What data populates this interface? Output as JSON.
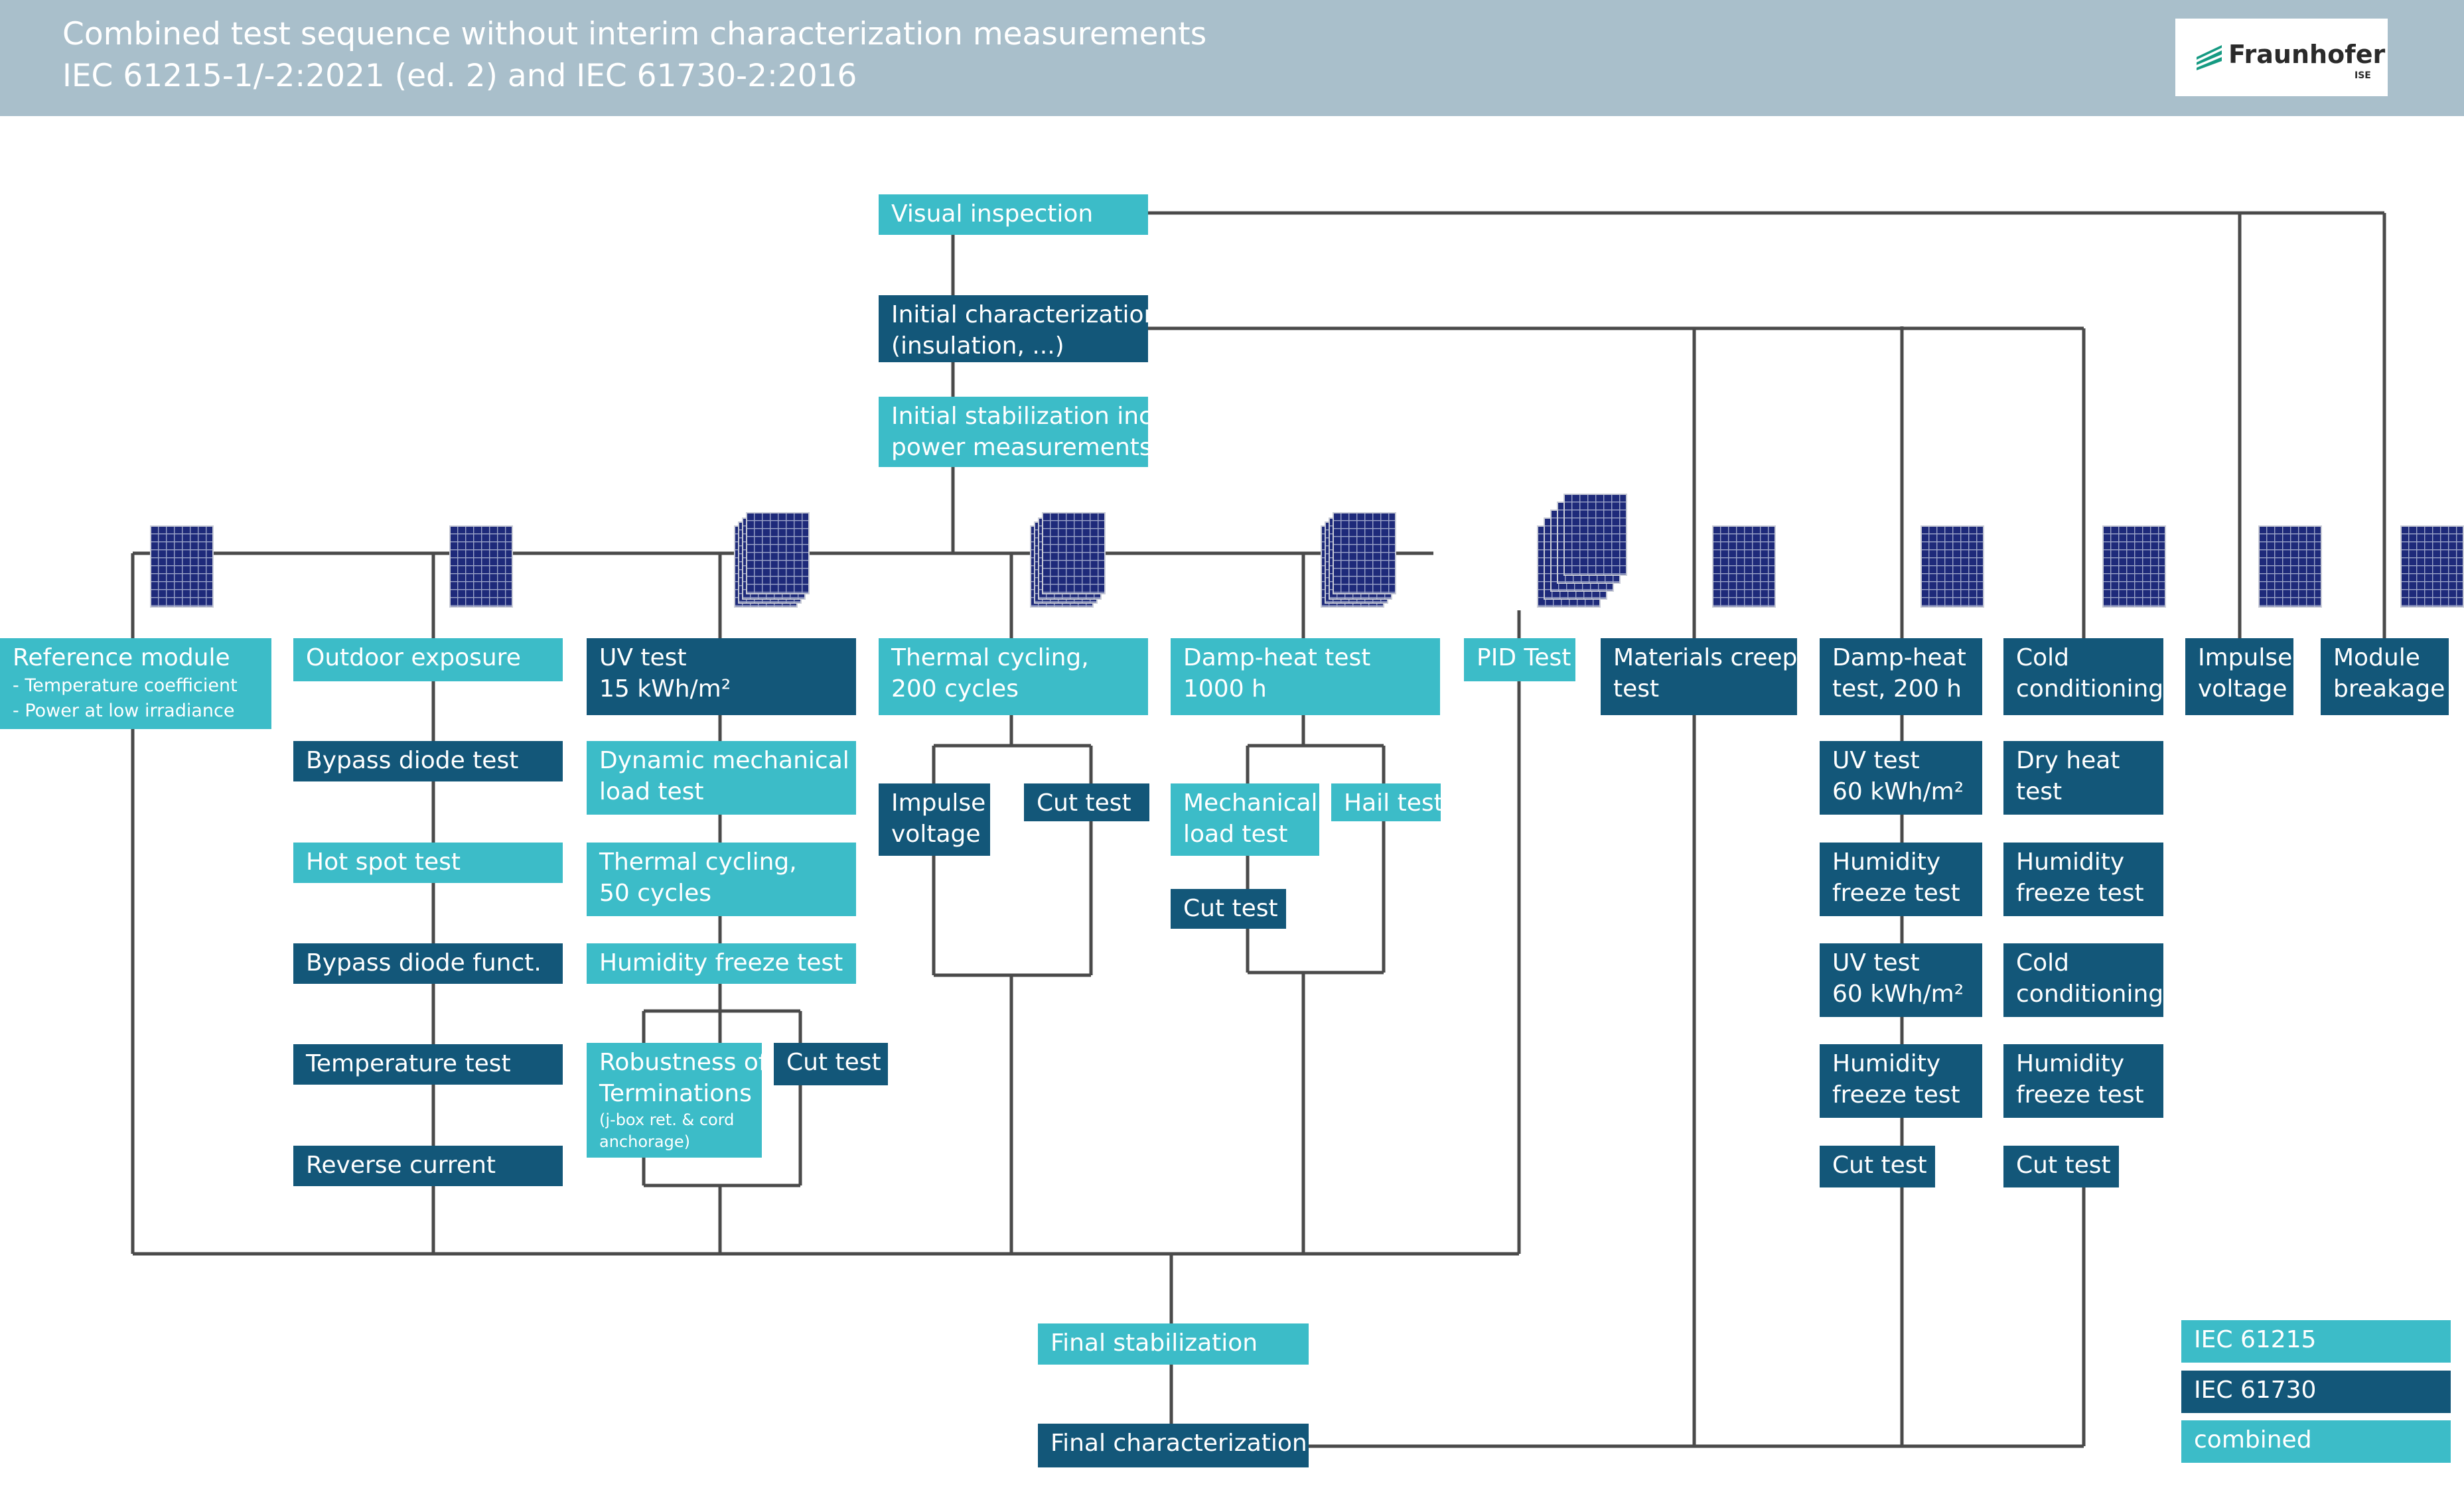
{
  "header": {
    "title_line1": "Combined test sequence without interim characterization measurements",
    "title_line2": "IEC 61215-1/-2:2021 (ed. 2) and IEC 61730-2:2016",
    "logo_icon": "fraunhofer-logo-icon",
    "logo_name": "Fraunhofer",
    "logo_sub": "ISE"
  },
  "colors": {
    "iec61215": "#3cbcc8",
    "iec61730": "#135779",
    "line": "#4a4a4a",
    "header_bg": "#a9bfcb",
    "panel_blue": "#1e2a7a"
  },
  "top": {
    "visual_inspection": "Visual inspection",
    "initial_characterization": [
      "Initial characterization",
      "(insulation, ...)"
    ],
    "initial_stabilization": [
      "Initial stabilization inc.",
      "power measurements"
    ]
  },
  "sequences": {
    "reference": {
      "title": "Reference module",
      "items": [
        "- Temperature coefficient",
        "- Power at low irradiance"
      ]
    },
    "outdoor": [
      "Outdoor exposure",
      "Bypass diode test",
      "Hot spot test",
      "Bypass diode funct.",
      "Temperature test",
      "Reverse current"
    ],
    "uv": {
      "uv_test": [
        "UV test",
        "15 kWh/m²"
      ],
      "dml": [
        "Dynamic mechanical",
        "load test"
      ],
      "tc50": [
        "Thermal cycling,",
        "50 cycles"
      ],
      "hf": "Humidity freeze test",
      "robustness": [
        "Robustness of",
        "Terminations"
      ],
      "robustness_note": [
        "(j-box ret. & cord",
        "anchorage)"
      ],
      "cut_test": "Cut test"
    },
    "tc200": {
      "title": [
        "Thermal cycling,",
        "200 cycles"
      ],
      "impulse_voltage": [
        "Impulse",
        "voltage"
      ],
      "cut_test": "Cut test"
    },
    "damp_heat": {
      "title": [
        "Damp-heat test",
        "1000 h"
      ],
      "mechanical_load": [
        "Mechanical",
        "load test"
      ],
      "hail": "Hail test",
      "cut_test": "Cut test"
    },
    "pid": "PID Test",
    "creep": [
      "Materials creep",
      "test"
    ],
    "dh200": {
      "title": [
        "Damp-heat",
        "test, 200 h"
      ],
      "uv1": [
        "UV test",
        "60 kWh/m²"
      ],
      "hf1": [
        "Humidity",
        "freeze test"
      ],
      "uv2": [
        "UV test",
        "60 kWh/m²"
      ],
      "hf2": [
        "Humidity",
        "freeze test"
      ],
      "cut_test": "Cut test"
    },
    "cold": {
      "cold1": [
        "Cold",
        "conditioning"
      ],
      "dry_heat": [
        "Dry heat",
        "test"
      ],
      "hf1": [
        "Humidity",
        "freeze test"
      ],
      "cold2": [
        "Cold",
        "conditioning"
      ],
      "hf2": [
        "Humidity",
        "freeze test"
      ],
      "cut_test": "Cut test"
    },
    "impulse": [
      "Impulse",
      "voltage"
    ],
    "breakage": [
      "Module",
      "breakage"
    ]
  },
  "bottom": {
    "final_stabilization": "Final stabilization",
    "final_characterization": "Final characterization"
  },
  "legend": {
    "iec61215": "IEC 61215",
    "iec61730": "IEC 61730",
    "combined": "combined"
  }
}
